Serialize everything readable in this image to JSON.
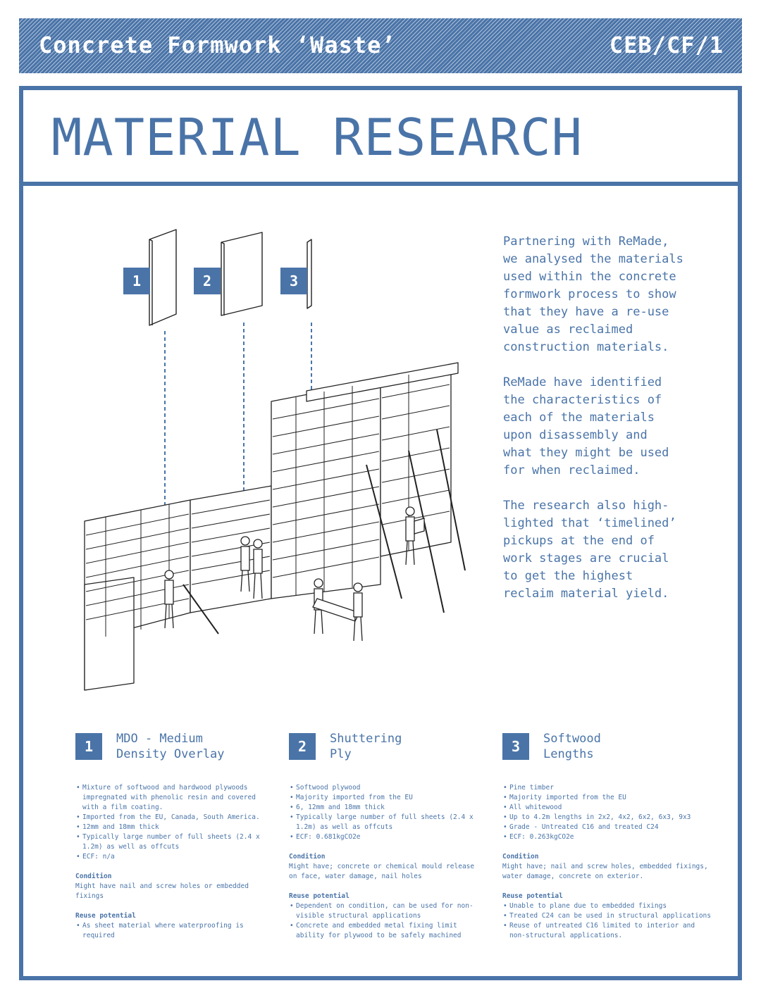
{
  "header": {
    "title": "Concrete Formwork ‘Waste’",
    "code": "CEB/CF/1"
  },
  "page_title": "MATERIAL RESEARCH",
  "intro": [
    "Partnering with ReMade,\nwe analysed the materials\nused within the concrete\nformwork process to show\nthat they have a re-use\nvalue as reclaimed\nconstruction materials.",
    "ReMade have identified\nthe characteristics of\neach of the materials\nupon disassembly and\nwhat they might be used\nfor when reclaimed.",
    "The research also high-\nlighted that ‘timelined’\npickups at the end of\nwork stages are crucial\nto get the highest\nreclaim material yield."
  ],
  "diagram_labels": [
    "1",
    "2",
    "3"
  ],
  "materials": [
    {
      "number": "1",
      "title": "MDO - Medium\nDensity Overlay",
      "bullets": [
        "Mixture of softwood and hardwood plywoods impregnated with phenolic resin and covered with a film coating.",
        "Imported from the EU, Canada, South America.",
        "12mm and 18mm thick",
        "Typically large number of full sheets (2.4 x 1.2m) as well as offcuts",
        "ECF: n/a"
      ],
      "condition_heading": "Condition",
      "condition": "Might have nail and screw holes or embedded fixings",
      "reuse_heading": "Reuse potential",
      "reuse": [
        "As sheet material where waterproofing is required"
      ]
    },
    {
      "number": "2",
      "title": "Shuttering\nPly",
      "bullets": [
        "Softwood plywood",
        "Majority imported from the EU",
        "6, 12mm and 18mm thick",
        "Typically large number of full sheets (2.4 x 1.2m) as well as offcuts",
        "ECF: 0.681kgCO2e"
      ],
      "condition_heading": "Condition",
      "condition": "Might have; concrete or chemical mould release on face, water damage, nail holes",
      "reuse_heading": "Reuse potential",
      "reuse": [
        "Dependent on condition, can be used for non-visible structural applications",
        "Concrete and embedded metal fixing limit ability for plywood to be safely machined"
      ]
    },
    {
      "number": "3",
      "title": "Softwood\nLengths",
      "bullets": [
        "Pine timber",
        "Majority imported from the EU",
        "All whitewood",
        "Up to 4.2m lengths in 2x2, 4x2, 6x2, 6x3, 9x3",
        "Grade - Untreated C16 and treated C24",
        "ECF: 0.263kgCO2e"
      ],
      "condition_heading": "Condition",
      "condition": "Might have; nail and screw holes, embedded fixings, water damage, concrete on exterior.",
      "reuse_heading": "Reuse potential",
      "reuse": [
        "Unable to plane due to embedded fixings",
        "Treated C24 can be used in structural applications",
        "Reuse of untreated C16 limited to interior and non-structural applications."
      ]
    }
  ],
  "colors": {
    "accent": "#4a74a8",
    "ink": "#222222"
  }
}
